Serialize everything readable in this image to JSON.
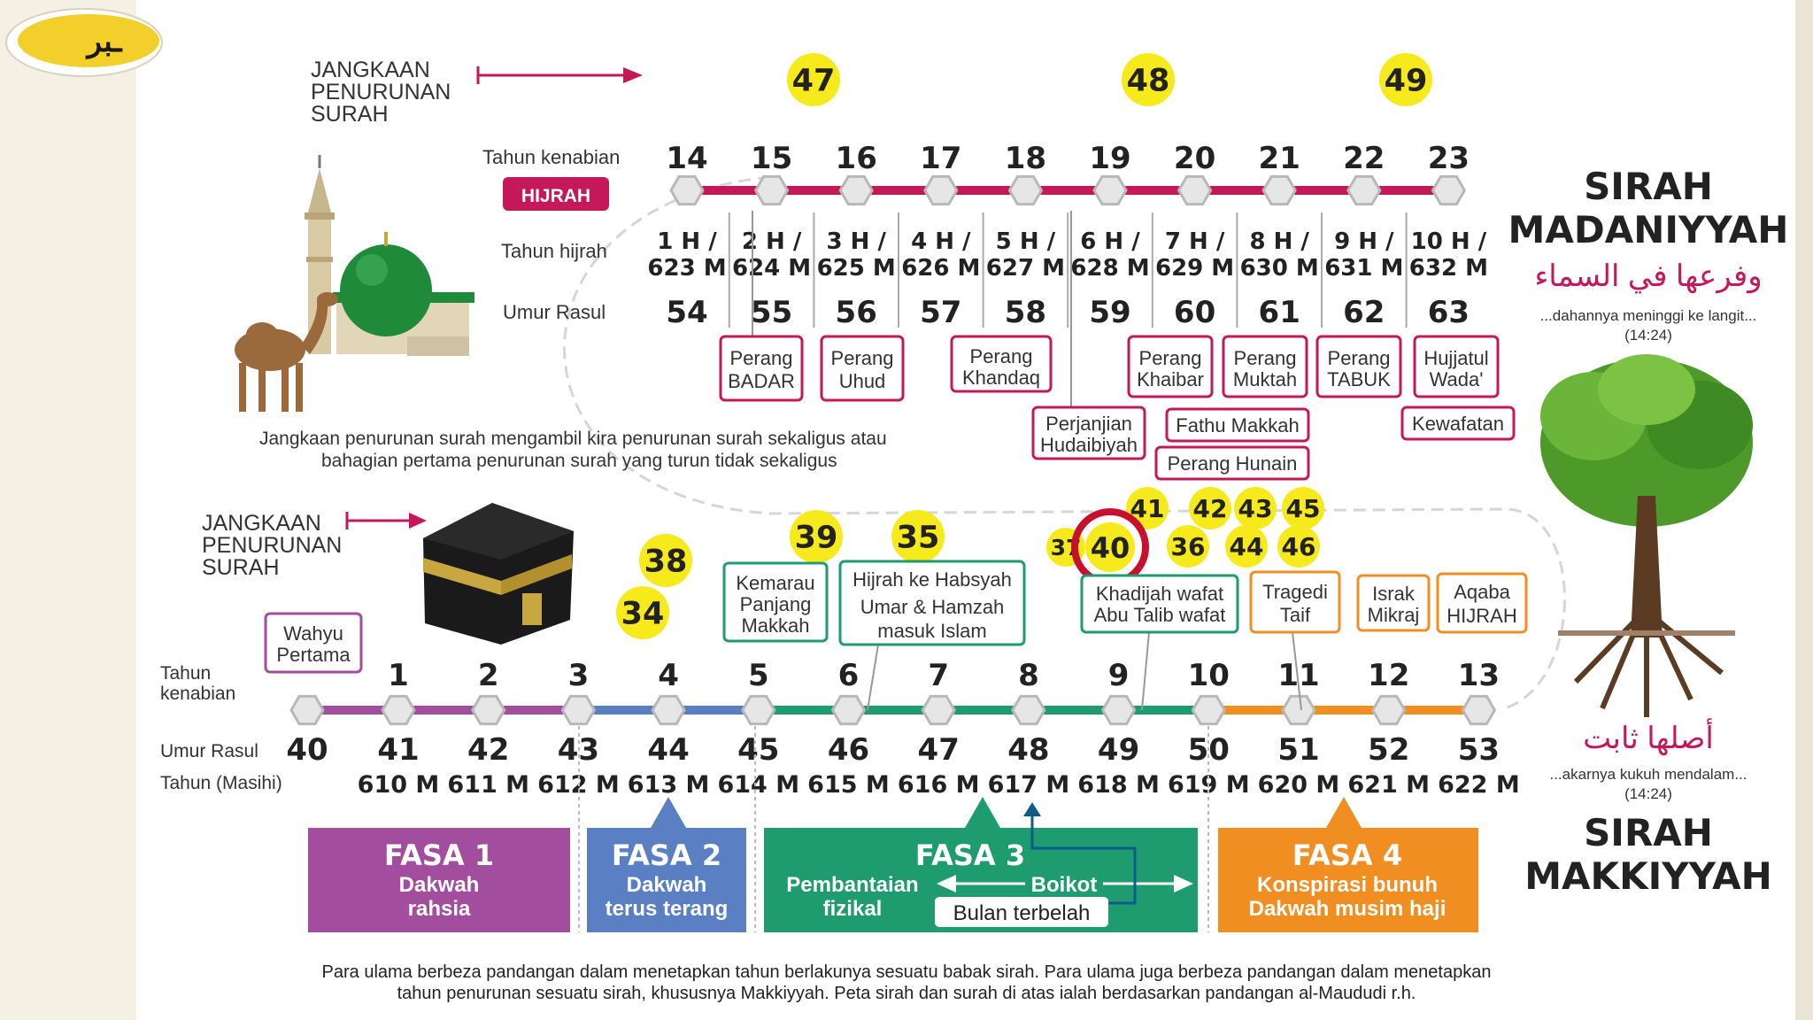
{
  "logo": {
    "text": "ـبر",
    "color": "#f2cf2b"
  },
  "madani": {
    "range_label": [
      "JANGKAAN",
      "PENURUNAN",
      "SURAH"
    ],
    "tahun_kenabian_label": "Tahun kenabian",
    "hijrah_badge": "HIJRAH",
    "tahun_hijrah_label": "Tahun hijrah",
    "umur_label": "Umur Rasul",
    "years": [
      "14",
      "15",
      "16",
      "17",
      "18",
      "19",
      "20",
      "21",
      "22",
      "23"
    ],
    "hijri": [
      [
        "1 H /",
        "623 M"
      ],
      [
        "2 H /",
        "624 M"
      ],
      [
        "3 H /",
        "625 M"
      ],
      [
        "4 H /",
        "626 M"
      ],
      [
        "5 H /",
        "627 M"
      ],
      [
        "6 H /",
        "628 M"
      ],
      [
        "7 H /",
        "629 M"
      ],
      [
        "8 H /",
        "630 M"
      ],
      [
        "9 H /",
        "631 M"
      ],
      [
        "10 H /",
        "632 M"
      ]
    ],
    "ages": [
      "54",
      "55",
      "56",
      "57",
      "58",
      "59",
      "60",
      "61",
      "62",
      "63"
    ],
    "surah_markers": [
      "47",
      "48",
      "49"
    ],
    "events": [
      [
        "Perang",
        "BADAR"
      ],
      [
        "Perang",
        "Uhud"
      ],
      [
        "Perang",
        "Khandaq"
      ],
      [
        "Perjanjian",
        "Hudaibiyah"
      ],
      [
        "Perang",
        "Khaibar"
      ],
      [
        "Perang",
        "Muktah"
      ],
      [
        "Perang",
        "TABUK"
      ],
      [
        "Hujjatul",
        "Wada'"
      ],
      [
        "Fathu Makkah"
      ],
      [
        "Perang Hunain"
      ],
      [
        "Kewafatan"
      ]
    ],
    "note": [
      "Jangkaan penurunan surah mengambil kira penurunan surah sekaligus atau",
      "bahagian pertama penurunan surah yang turun tidak sekaligus"
    ],
    "title": [
      "SIRAH",
      "MADANIYYAH"
    ],
    "arabic": "وفرعها في السماء",
    "quote": [
      "...dahannya meninggi ke langit...",
      "(14:24)"
    ]
  },
  "makki": {
    "range_label": [
      "JANGKAAN",
      "PENURUNAN",
      "SURAH"
    ],
    "tahun_kenabian_label": [
      "Tahun",
      "kenabian"
    ],
    "umur_label": "Umur Rasul",
    "masihi_label": "Tahun (Masihi)",
    "years": [
      "1",
      "2",
      "3",
      "4",
      "5",
      "6",
      "7",
      "8",
      "9",
      "10",
      "11",
      "12",
      "13"
    ],
    "ages": [
      "40",
      "41",
      "42",
      "43",
      "44",
      "45",
      "46",
      "47",
      "48",
      "49",
      "50",
      "51",
      "52",
      "53"
    ],
    "masihi": [
      "610 M",
      "611 M",
      "612 M",
      "613 M",
      "614 M",
      "615 M",
      "616 M",
      "617 M",
      "618 M",
      "619 M",
      "620 M",
      "621 M",
      "622 M"
    ],
    "surah_markers": [
      "38",
      "34",
      "39",
      "35",
      "37",
      "40",
      "41",
      "42",
      "43",
      "45",
      "36",
      "44",
      "46"
    ],
    "events": [
      [
        "Wahyu",
        "Pertama"
      ],
      [
        "Kemarau",
        "Panjang",
        "Makkah"
      ],
      [
        "Hijrah ke Habsyah",
        "Umar & Hamzah",
        "masuk Islam"
      ],
      [
        "Khadijah wafat",
        "Abu Talib wafat"
      ],
      [
        "Tragedi",
        "Taif"
      ],
      [
        "Israk",
        "Mikraj"
      ],
      [
        "Aqaba",
        "HIJRAH"
      ]
    ],
    "phases": [
      {
        "title": "FASA 1",
        "lines": [
          "Dakwah",
          "rahsia"
        ],
        "color": "#a24d9e"
      },
      {
        "title": "FASA 2",
        "lines": [
          "Dakwah",
          "terus terang"
        ],
        "color": "#5a7fc2"
      },
      {
        "title": "FASA 3",
        "lines": [
          "Pembantaian",
          "fizikal"
        ],
        "boikot": "Boikot",
        "bulan": "Bulan terbelah",
        "color": "#1e9b6f"
      },
      {
        "title": "FASA 4",
        "lines": [
          "Konspirasi bunuh",
          "Dakwah musim haji"
        ],
        "color": "#f18e22"
      }
    ],
    "title": [
      "SIRAH",
      "MAKKIYYAH"
    ],
    "arabic": "أصلها ثابت",
    "quote": [
      "...akarnya kukuh mendalam...",
      "(14:24)"
    ]
  },
  "footer": [
    "Para ulama berbeza pandangan dalam menetapkan tahun berlakunya sesuatu babak sirah. Para ulama juga berbeza pandangan dalam menetapkan",
    "tahun penurunan sesuatu sirah, khususnya Makkiyyah. Peta sirah dan surah di atas ialah berdasarkan pandangan al-Maududi r.h."
  ],
  "colors": {
    "hijrah": "#c4185a",
    "marker": "#f7ea1c",
    "highlight": "#c8102e",
    "green_dome": "#1f8a3a"
  }
}
